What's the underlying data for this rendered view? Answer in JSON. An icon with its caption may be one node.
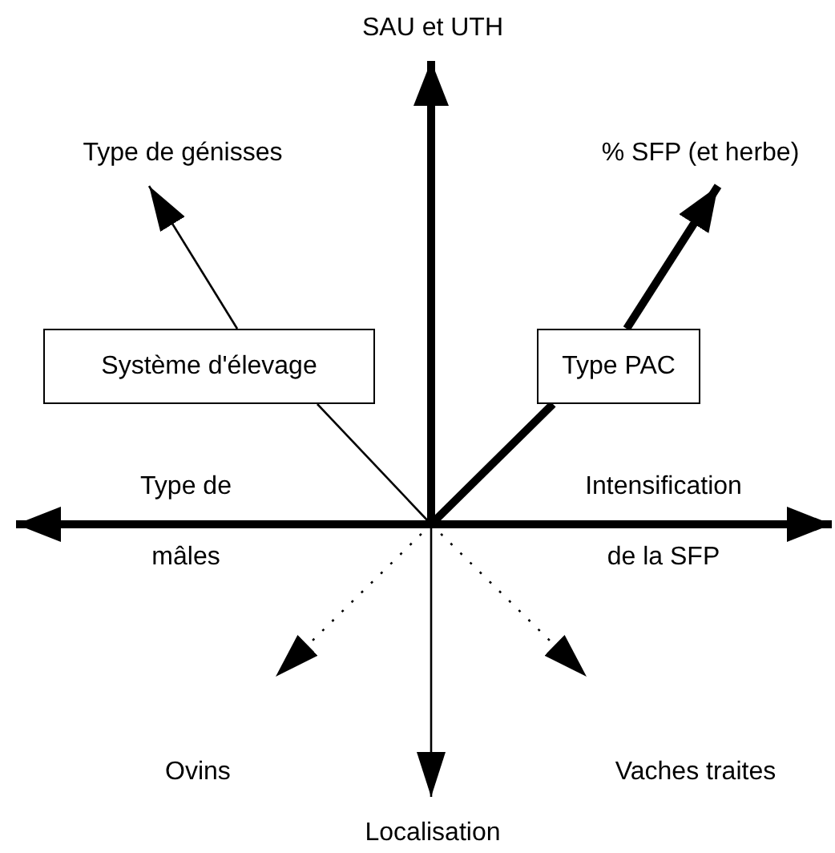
{
  "diagram": {
    "nodes": [
      {
        "text": [
          "SAU et UTH"
        ]
      },
      {
        "text": [
          "Type de génisses"
        ]
      },
      {
        "text": [
          "% SFP (et herbe)"
        ]
      },
      {
        "text": [
          "Système d'élevage"
        ]
      },
      {
        "text": [
          "Type PAC"
        ]
      },
      {
        "text": [
          "Type de",
          "mâles"
        ]
      },
      {
        "text": [
          "Intensification",
          "de la SFP"
        ]
      },
      {
        "text": [
          "Ovins"
        ]
      },
      {
        "text": [
          "Vaches traites"
        ]
      },
      {
        "text": [
          "Localisation"
        ]
      }
    ],
    "edges": [
      {
        "from": null,
        "to": 0,
        "arrow": "to",
        "style": "thick"
      },
      {
        "from": 3,
        "to": 1,
        "arrow": "to"
      },
      {
        "from": null,
        "to": 3,
        "arrow": "none"
      },
      {
        "from": null,
        "to": 4,
        "arrow": "none",
        "style": "thick"
      },
      {
        "from": 4,
        "to": 2,
        "arrow": "to",
        "style": "thick"
      },
      {
        "from": null,
        "to": 5,
        "arrow": "to",
        "style": "thick"
      },
      {
        "from": null,
        "to": 6,
        "arrow": "to",
        "style": "thick"
      },
      {
        "from": null,
        "to": 7,
        "arrow": "to",
        "style": "dashed"
      },
      {
        "from": null,
        "to": 8,
        "arrow": "to",
        "style": "dashed"
      },
      {
        "from": null,
        "to": 9,
        "arrow": "to"
      }
    ]
  }
}
